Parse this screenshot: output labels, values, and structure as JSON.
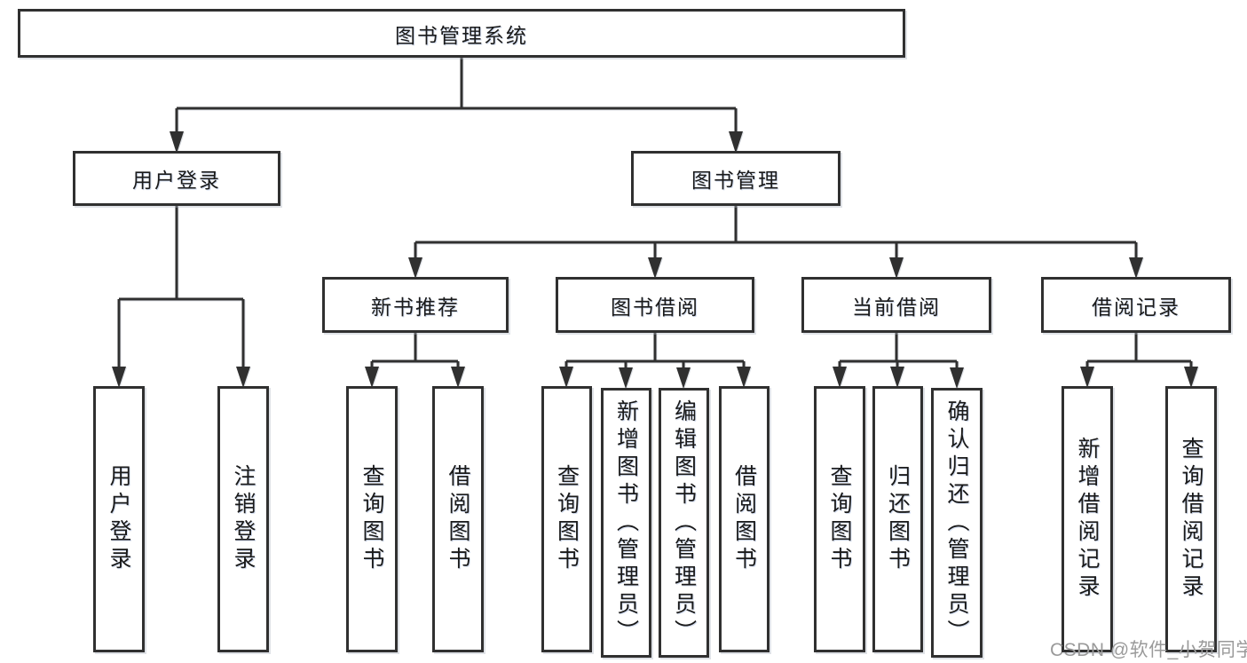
{
  "diagram": {
    "root": {
      "label": "图书管理系统"
    },
    "level2": {
      "user_login": {
        "label": "用户登录"
      },
      "book_management": {
        "label": "图书管理"
      }
    },
    "level3": {
      "new_book_recommendation": {
        "label": "新书推荐"
      },
      "book_borrowing": {
        "label": "图书借阅"
      },
      "current_borrowing": {
        "label": "当前借阅"
      },
      "borrowing_records": {
        "label": "借阅记录"
      }
    },
    "leaves": {
      "user_login": [
        "用户登录",
        "注销登录"
      ],
      "new_book_recommendation": [
        "查询图书",
        "借阅图书"
      ],
      "book_borrowing": [
        "查询图书",
        "新增图书（管理员）",
        "编辑图书（管理员）",
        "借阅图书"
      ],
      "current_borrowing": [
        "查询图书",
        "归还图书",
        "确认归还（管理员）"
      ],
      "borrowing_records": [
        "新增借阅记录",
        "查询借阅记录"
      ]
    }
  },
  "watermark": {
    "text": "CSDN @软件_小贺同学"
  },
  "colors": {
    "line": "#303030",
    "text": "#1a1a1a",
    "background": "#ffffff",
    "watermark": "#9a9a9a"
  }
}
